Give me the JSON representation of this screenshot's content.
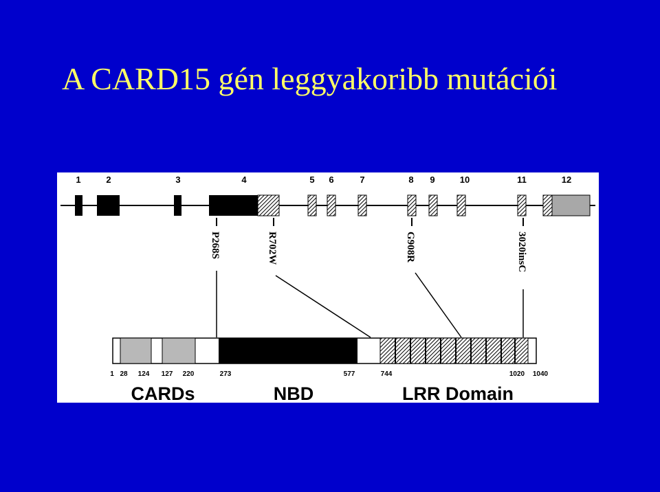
{
  "slide": {
    "title": "A CARD15 gén leggyakoribb mutációi",
    "background_color": "#0000cc",
    "title_color": "#ffff66"
  },
  "exons": [
    {
      "label": "1",
      "fill": "solid"
    },
    {
      "label": "2",
      "fill": "solid"
    },
    {
      "label": "3",
      "fill": "solid"
    },
    {
      "label": "4",
      "fill": "solid+hatched"
    },
    {
      "label": "5",
      "fill": "hatched"
    },
    {
      "label": "6",
      "fill": "hatched"
    },
    {
      "label": "7",
      "fill": "hatched"
    },
    {
      "label": "8",
      "fill": "hatched"
    },
    {
      "label": "9",
      "fill": "hatched"
    },
    {
      "label": "10",
      "fill": "hatched"
    },
    {
      "label": "11",
      "fill": "hatched"
    },
    {
      "label": "12",
      "fill": "hatched+gray"
    }
  ],
  "mutations": [
    {
      "label": "P268S"
    },
    {
      "label": "R702W"
    },
    {
      "label": "G908R"
    },
    {
      "label": "3020insC"
    }
  ],
  "positions": [
    "1",
    "28",
    "124",
    "127",
    "220",
    "273",
    "577",
    "744",
    "1020",
    "1040"
  ],
  "domains": [
    {
      "label": "CARDs"
    },
    {
      "label": "NBD"
    },
    {
      "label": "LRR Domain"
    }
  ]
}
